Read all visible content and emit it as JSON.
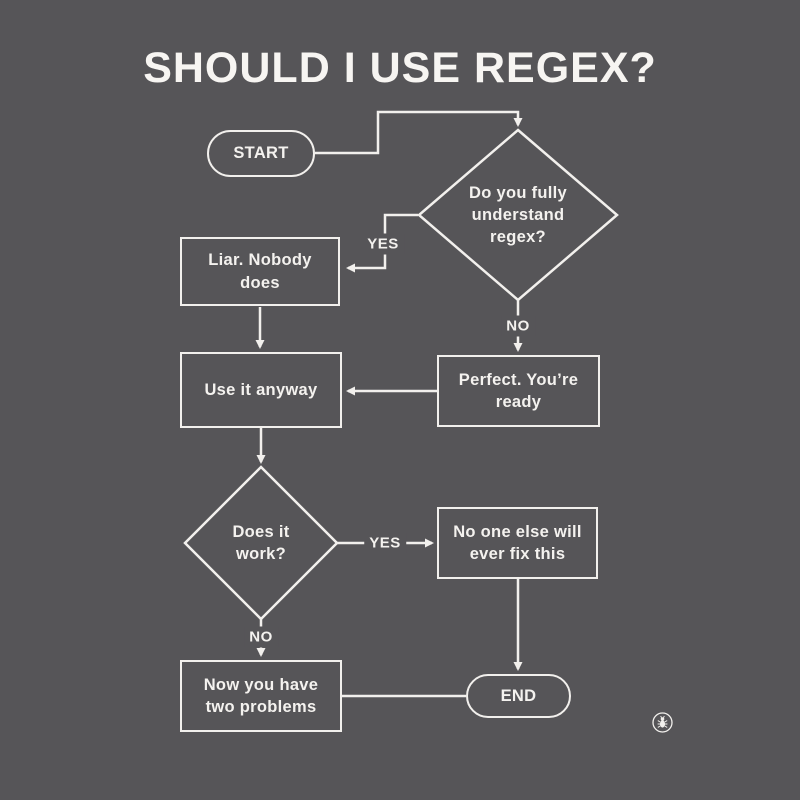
{
  "title": "SHOULD I USE REGEX?",
  "colors": {
    "background": "#565558",
    "line": "#f2f0ed",
    "text": "#f4f2ef"
  },
  "nodes": {
    "start": {
      "label": "START"
    },
    "understand": {
      "label": "Do you fully understand regex?"
    },
    "liar": {
      "label": "Liar. Nobody does"
    },
    "use_anyway": {
      "label": "Use it anyway"
    },
    "perfect": {
      "label": "Perfect. You’re ready"
    },
    "does_it_work": {
      "label": "Does it work?"
    },
    "no_one": {
      "label": "No one else will ever fix this"
    },
    "two_problems": {
      "label": "Now you have two problems"
    },
    "end": {
      "label": "END"
    }
  },
  "edge_labels": {
    "yes_understand": "YES",
    "no_understand": "NO",
    "yes_work": "YES",
    "no_work": "NO"
  },
  "watermark": {
    "icon": "bug-icon"
  }
}
